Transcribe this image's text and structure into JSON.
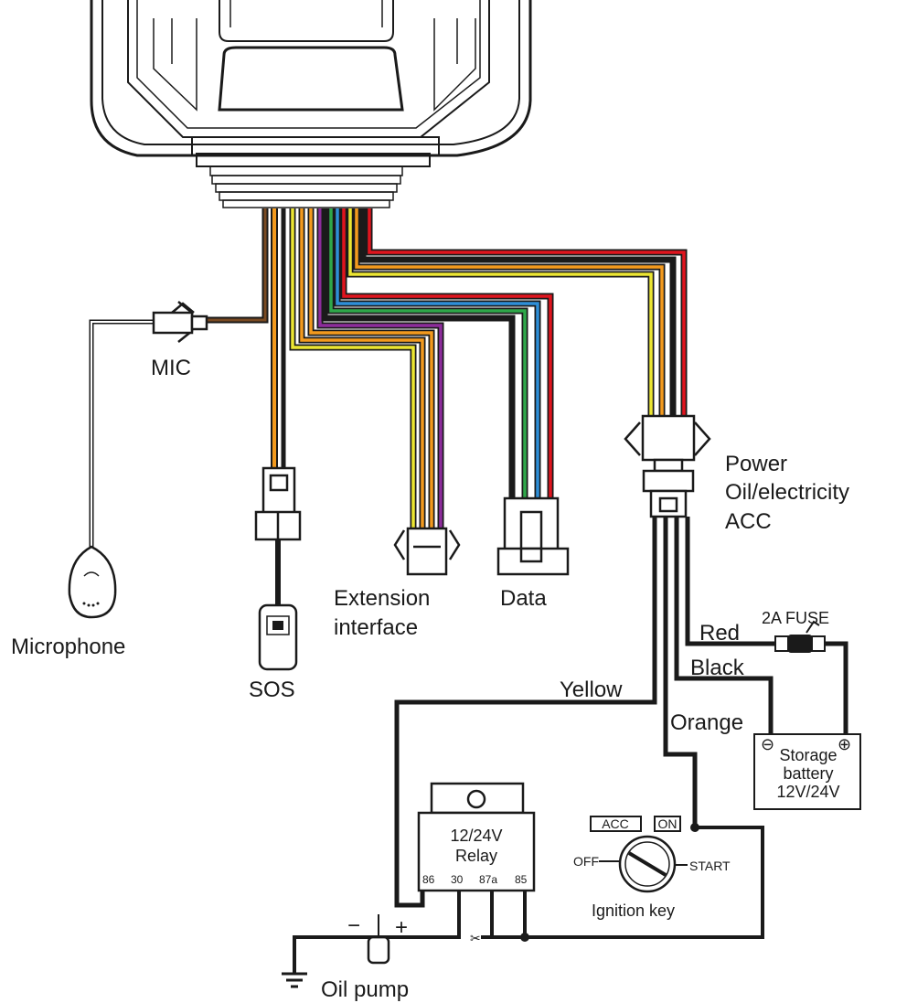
{
  "labels": {
    "mic": "MIC",
    "microphone": "Microphone",
    "sos": "SOS",
    "extension_line1": "Extension",
    "extension_line2": "interface",
    "data": "Data",
    "power": "Power",
    "oil_electricity": "Oil/electricity",
    "acc": "ACC",
    "red": "Red",
    "black": "Black",
    "yellow": "Yellow",
    "orange": "Orange",
    "fuse": "2A  FUSE",
    "battery_line1": "Storage",
    "battery_line2": "battery",
    "battery_line3": "12V/24V",
    "battery_minus": "⊖",
    "battery_plus": "⊕",
    "relay_line1": "12/24V",
    "relay_line2": "Relay",
    "pin_86": "86",
    "pin_30": "30",
    "pin_87a": "87a",
    "pin_85": "85",
    "key_acc": "ACC",
    "key_on": "ON",
    "key_off": "OFF",
    "key_start": "START",
    "ignition_key": "Ignition key",
    "oil_pump": "Oil pump",
    "pump_minus": "−",
    "pump_plus": "+"
  },
  "wire_colors": {
    "red": "#e0141e",
    "black": "#1a1a1a",
    "orange": "#f39a1e",
    "yellow": "#ece632",
    "blue": "#2e8fd8",
    "green": "#2fa84a",
    "purple": "#8e2c9c",
    "brown": "#7a4a22"
  }
}
